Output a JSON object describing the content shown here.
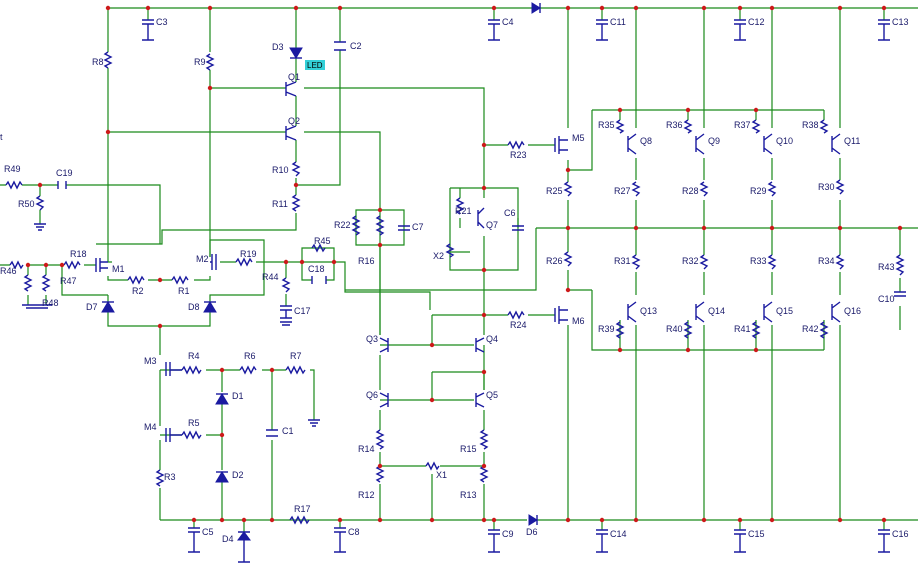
{
  "labels": {
    "C3": "C3",
    "C4": "C4",
    "C11": "C11",
    "C12": "C12",
    "C13": "C13",
    "C2": "C2",
    "D3": "D3",
    "LED": "LED",
    "Q1": "Q1",
    "Q2": "Q2",
    "R8": "R8",
    "R9": "R9",
    "R10": "R10",
    "R11": "R11",
    "R49": "R49",
    "C19": "C19",
    "R50": "R50",
    "R22": "R22",
    "C7": "C7",
    "R21": "R21",
    "Q7": "Q7",
    "C6": "C6",
    "X2": "X2",
    "R18": "R18",
    "M1": "M1",
    "M2": "M2",
    "R19": "R19",
    "R45": "R45",
    "C18": "C18",
    "R16": "R16",
    "R46": "R46",
    "R47": "R47",
    "R48": "R48",
    "R2": "R2",
    "R1": "R1",
    "R44": "R44",
    "C17": "C17",
    "D7": "D7",
    "D8": "D8",
    "M3": "M3",
    "R4": "R4",
    "R6": "R6",
    "R7": "R7",
    "D1": "D1",
    "C1": "C1",
    "M4": "M4",
    "R5": "R5",
    "D2": "D2",
    "R3": "R3",
    "C5": "C5",
    "D4": "D4",
    "R17": "R17",
    "C8": "C8",
    "Q3": "Q3",
    "Q4": "Q4",
    "Q6": "Q6",
    "Q5": "Q5",
    "R14": "R14",
    "R15": "R15",
    "X1": "X1",
    "R12": "R12",
    "R13": "R13",
    "C9": "C9",
    "D6": "D6",
    "C14": "C14",
    "C15": "C15",
    "C16": "C16",
    "R23": "R23",
    "M5": "M5",
    "R25": "R25",
    "R26": "R26",
    "R24": "R24",
    "M6": "M6",
    "R35": "R35",
    "Q8": "Q8",
    "R36": "R36",
    "Q9": "Q9",
    "R37": "R37",
    "Q10": "Q10",
    "R38": "R38",
    "Q11": "Q11",
    "R27": "R27",
    "R28": "R28",
    "R29": "R29",
    "R30": "R30",
    "R31": "R31",
    "R32": "R32",
    "R33": "R33",
    "R34": "R34",
    "R39": "R39",
    "Q13": "Q13",
    "R40": "R40",
    "Q14": "Q14",
    "R41": "R41",
    "Q15": "Q15",
    "R42": "R42",
    "Q16": "Q16",
    "R43": "R43",
    "C10": "C10",
    "input_fragment": "t"
  },
  "colors": {
    "wire": "#1a8a1a",
    "component": "#1a1aa0",
    "junction": "#cc1a1a",
    "label": "#1a1a6a",
    "led_highlight": "#33d0d8"
  }
}
